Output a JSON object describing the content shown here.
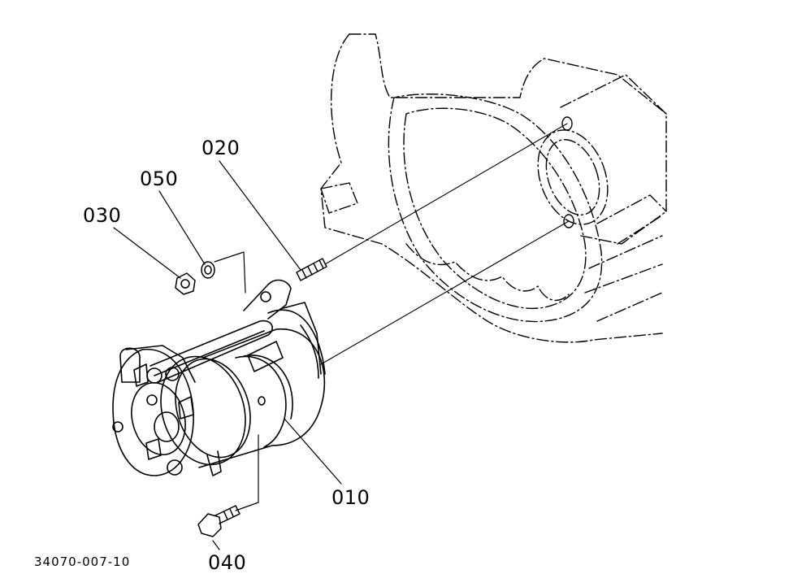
{
  "labels": {
    "p010": "010",
    "p020": "020",
    "p030": "030",
    "p040": "040",
    "p050": "050"
  },
  "reference_number": "34070-007-10",
  "colors": {
    "ink": "#000000",
    "paper": "#ffffff"
  }
}
